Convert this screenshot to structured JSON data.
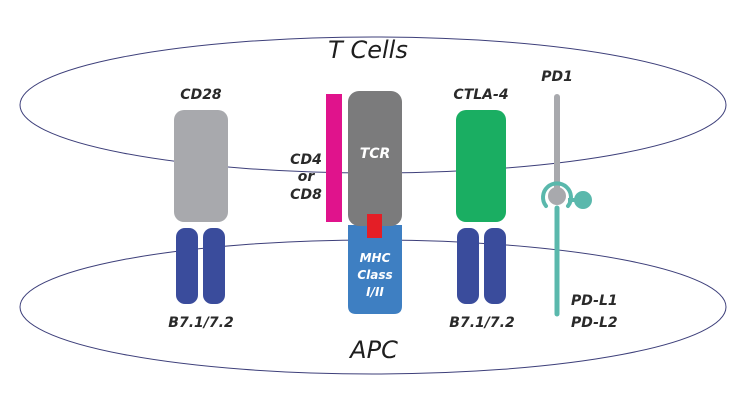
{
  "regions": {
    "t_cell": {
      "label": "T Cells"
    },
    "apc": {
      "label": "APC"
    }
  },
  "molecules": {
    "cd28": {
      "label": "CD28",
      "color": "#a8a9ad"
    },
    "b71_left": {
      "label": "B7.1/7.2",
      "color": "#3a4c9c"
    },
    "cd4_cd8": {
      "line1": "CD4",
      "line2": "or",
      "line3": "CD8",
      "color": "#e0138c"
    },
    "tcr": {
      "label": "TCR",
      "color": "#7b7b7c"
    },
    "peptide": {
      "color": "#e41e26"
    },
    "mhc": {
      "line1": "MHC",
      "line2": "Class",
      "line3": "I/II",
      "color": "#3e7fc2"
    },
    "ctla4": {
      "label": "CTLA-4",
      "color": "#1aae62"
    },
    "b71_right": {
      "label": "B7.1/7.2",
      "color": "#3a4c9c"
    },
    "pd1": {
      "label": "PD1",
      "color": "#a8a9ad"
    },
    "pdl": {
      "line1": "PD-L1",
      "line2": "PD-L2",
      "color": "#5ab8ac"
    }
  },
  "membrane_color": "#3d3f7a"
}
